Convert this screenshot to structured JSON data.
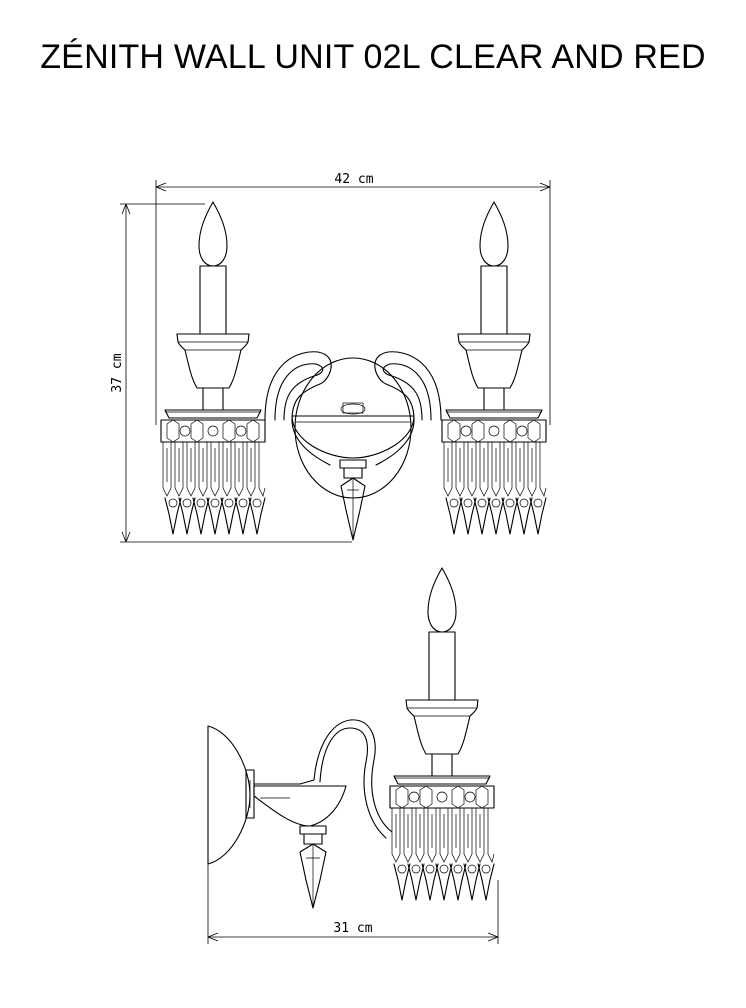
{
  "title": "ZÉNITH WALL UNIT 02L CLEAR AND RED",
  "front_view": {
    "width_label": "42 cm",
    "height_label": "37 cm"
  },
  "side_view": {
    "depth_label": "31 cm"
  },
  "colors": {
    "line": "#000000",
    "background": "#ffffff"
  }
}
